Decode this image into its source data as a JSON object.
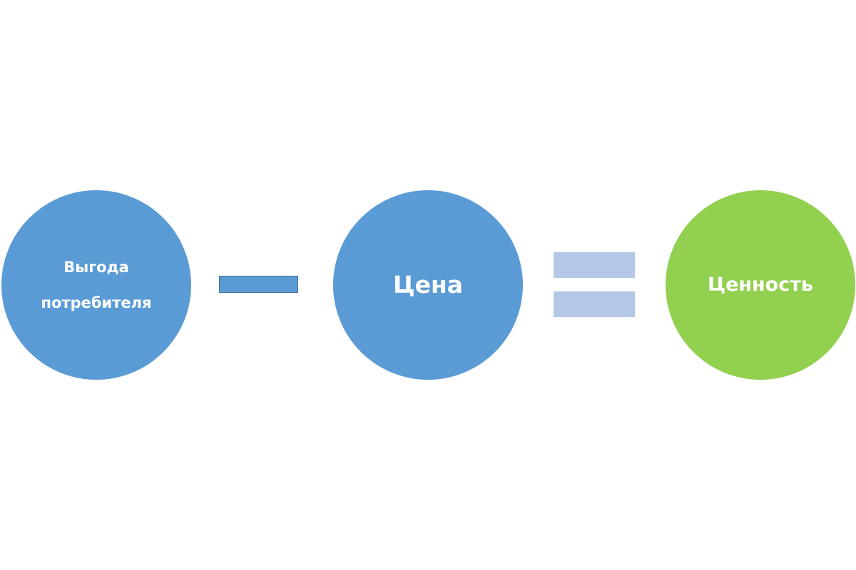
{
  "diagram": {
    "benefit": {
      "line1": "Выгода",
      "line2": "потребителя"
    },
    "price": {
      "label": "Цена"
    },
    "value": {
      "label": "Ценность"
    }
  },
  "colors": {
    "circle_blue": "#5b9bd5",
    "circle_green": "#92d050",
    "minus_fill": "#5b9bd5",
    "equals_fill": "#b4c7e7"
  }
}
